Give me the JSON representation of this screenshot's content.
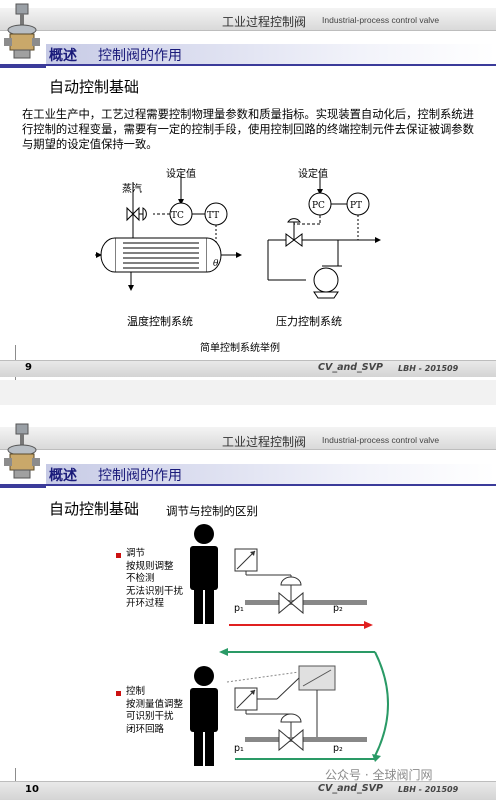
{
  "header": {
    "title_cn": "工业过程控制阀",
    "title_en": "Industrial-process control valve"
  },
  "slide_title": {
    "main": "概述",
    "sub": "控制阀的作用"
  },
  "slide1": {
    "section": "自动控制基础",
    "paragraph": "在工业生产中，工艺过程需要控制物理量参数和质量指标。实现装置自动化后，控制系统进行控制的过程变量，需要有一定的控制手段，使用控制回路的终端控制元件去保证被调参数与期望的设定值保持一致。",
    "diagram1": {
      "setpoint": "设定值",
      "steam": "蒸汽",
      "tc": "TC",
      "tt": "TT",
      "theta": "θ",
      "caption": "温度控制系统"
    },
    "diagram2": {
      "setpoint": "设定值",
      "pc": "PC",
      "pt": "PT",
      "caption": "压力控制系统"
    },
    "figure_caption": "简单控制系统举例",
    "page": "9"
  },
  "footer": {
    "left": "CV_and_SVP",
    "right": "LBH - 201509"
  },
  "slide2": {
    "section": "自动控制基础",
    "subtitle": "调节与控制的区别",
    "item1": {
      "title": "调节",
      "lines": [
        "按规则调整",
        "不检测",
        "无法识别干扰",
        "开环过程"
      ]
    },
    "item2": {
      "title": "控制",
      "lines": [
        "按测量值调整",
        "可识别干扰",
        "闭环回路"
      ]
    },
    "p1": "p₁",
    "p2": "p₂",
    "page": "10"
  },
  "watermark": "公众号 · 全球阀门网",
  "colors": {
    "accent": "#1a1a7a",
    "bar": "#3b3b9a",
    "red_arrow": "#e02020",
    "green_arrow": "#2a9a66",
    "bullet": "#cc1111"
  }
}
